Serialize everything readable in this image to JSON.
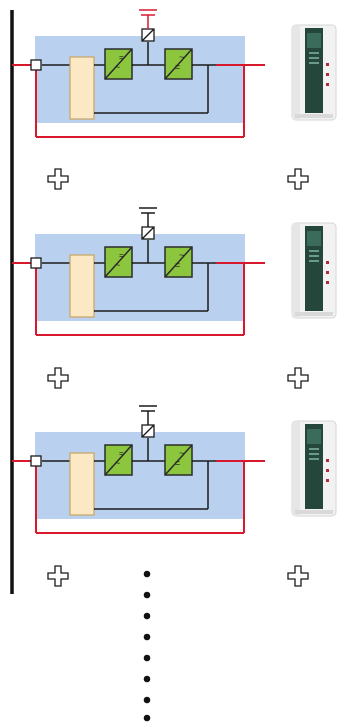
{
  "diagram": {
    "modules": [
      {
        "id": "module-1",
        "bypass_state": "active"
      },
      {
        "id": "module-2",
        "bypass_state": "inactive"
      },
      {
        "id": "module-3",
        "bypass_state": "inactive"
      }
    ],
    "colors": {
      "panel_fill": "#b9d1ee",
      "power_line": "#d9182d",
      "wire": "#1a1a1a",
      "converter_fill": "#8cc63f",
      "converter_border": "#2b2b2b",
      "rectifier_fill": "#fbe9c6",
      "rectifier_border": "#c9a96a",
      "bus_bar": "#111111",
      "cabinet_body": "#f1f1f1",
      "cabinet_panel": "#24463b",
      "cabinet_accent": "#b02a3a"
    },
    "icons": {
      "add": "plus-icon",
      "switch": "static-switch-icon",
      "cabinet": "ups-cabinet-icon",
      "continuation": "vertical-ellipsis"
    }
  }
}
